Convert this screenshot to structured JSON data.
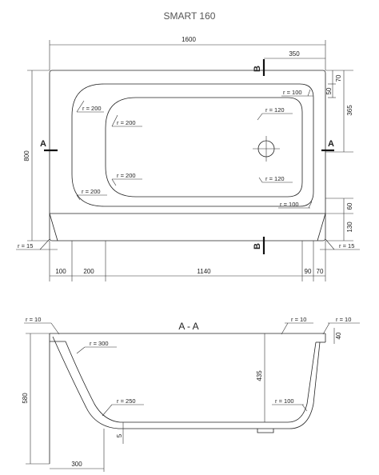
{
  "title": "SMART 160",
  "plan": {
    "width_dim": "1600",
    "depth_dim": "800",
    "dim_350": "350",
    "dim_365": "365",
    "dim_50": "50",
    "dim_70_right": "70",
    "dim_130": "130",
    "dim_60": "60",
    "bottom_dims": [
      "100",
      "200",
      "1140",
      "90",
      "70"
    ],
    "corner_r_left": "r = 15",
    "corner_r_right": "r = 15",
    "radii": {
      "tl_outer": "r = 200",
      "tl_inner": "r = 200",
      "bl_inner": "r = 200",
      "bl_outer": "r = 200",
      "tr_outer": "r = 100",
      "tr_inner": "r = 120",
      "br_inner": "r = 120",
      "br_outer": "r = 100"
    },
    "section_marker_a": "A",
    "section_marker_b": "B"
  },
  "section": {
    "title": "A - A",
    "dim_580": "580",
    "dim_435": "435",
    "dim_300": "300",
    "dim_40": "40",
    "dim_5": "5",
    "radii": {
      "top_left": "r = 10",
      "top_right": "r = 10",
      "slope": "r = 300",
      "floor_left": "r = 250",
      "floor_right": "r = 100"
    }
  }
}
